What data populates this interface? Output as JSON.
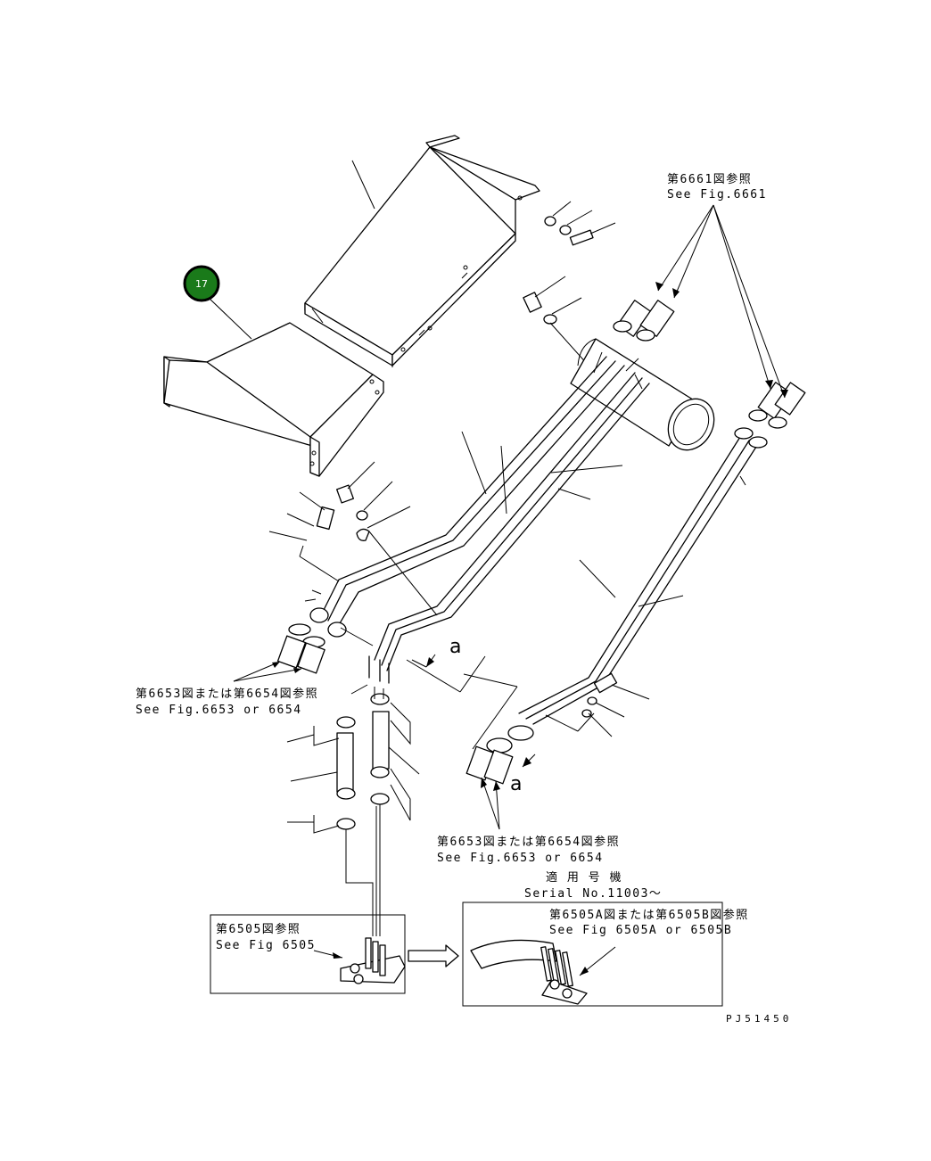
{
  "callout": {
    "number": "17",
    "color": "#1a7a1a",
    "ring": "#000000"
  },
  "item_letter": "a",
  "refs": {
    "fig6661": {
      "jp": "第6661図参照",
      "en": "See Fig.6661"
    },
    "fig6653_left": {
      "jp": "第6653図または第6654図参照",
      "en": "See Fig.6653 or 6654"
    },
    "fig6653_right": {
      "jp": "第6653図または第6654図参照",
      "en": "See Fig.6653 or 6654"
    },
    "serial": {
      "jp": "適 用 号 機",
      "en": "Serial No.11003～"
    },
    "fig6505": {
      "jp": "第6505図参照",
      "en": "See Fig 6505"
    },
    "fig6505ab": {
      "jp": "第6505A図または第6505B図参照",
      "en": "See Fig 6505A or 6505B"
    }
  },
  "drawing_number": "PJ51450"
}
